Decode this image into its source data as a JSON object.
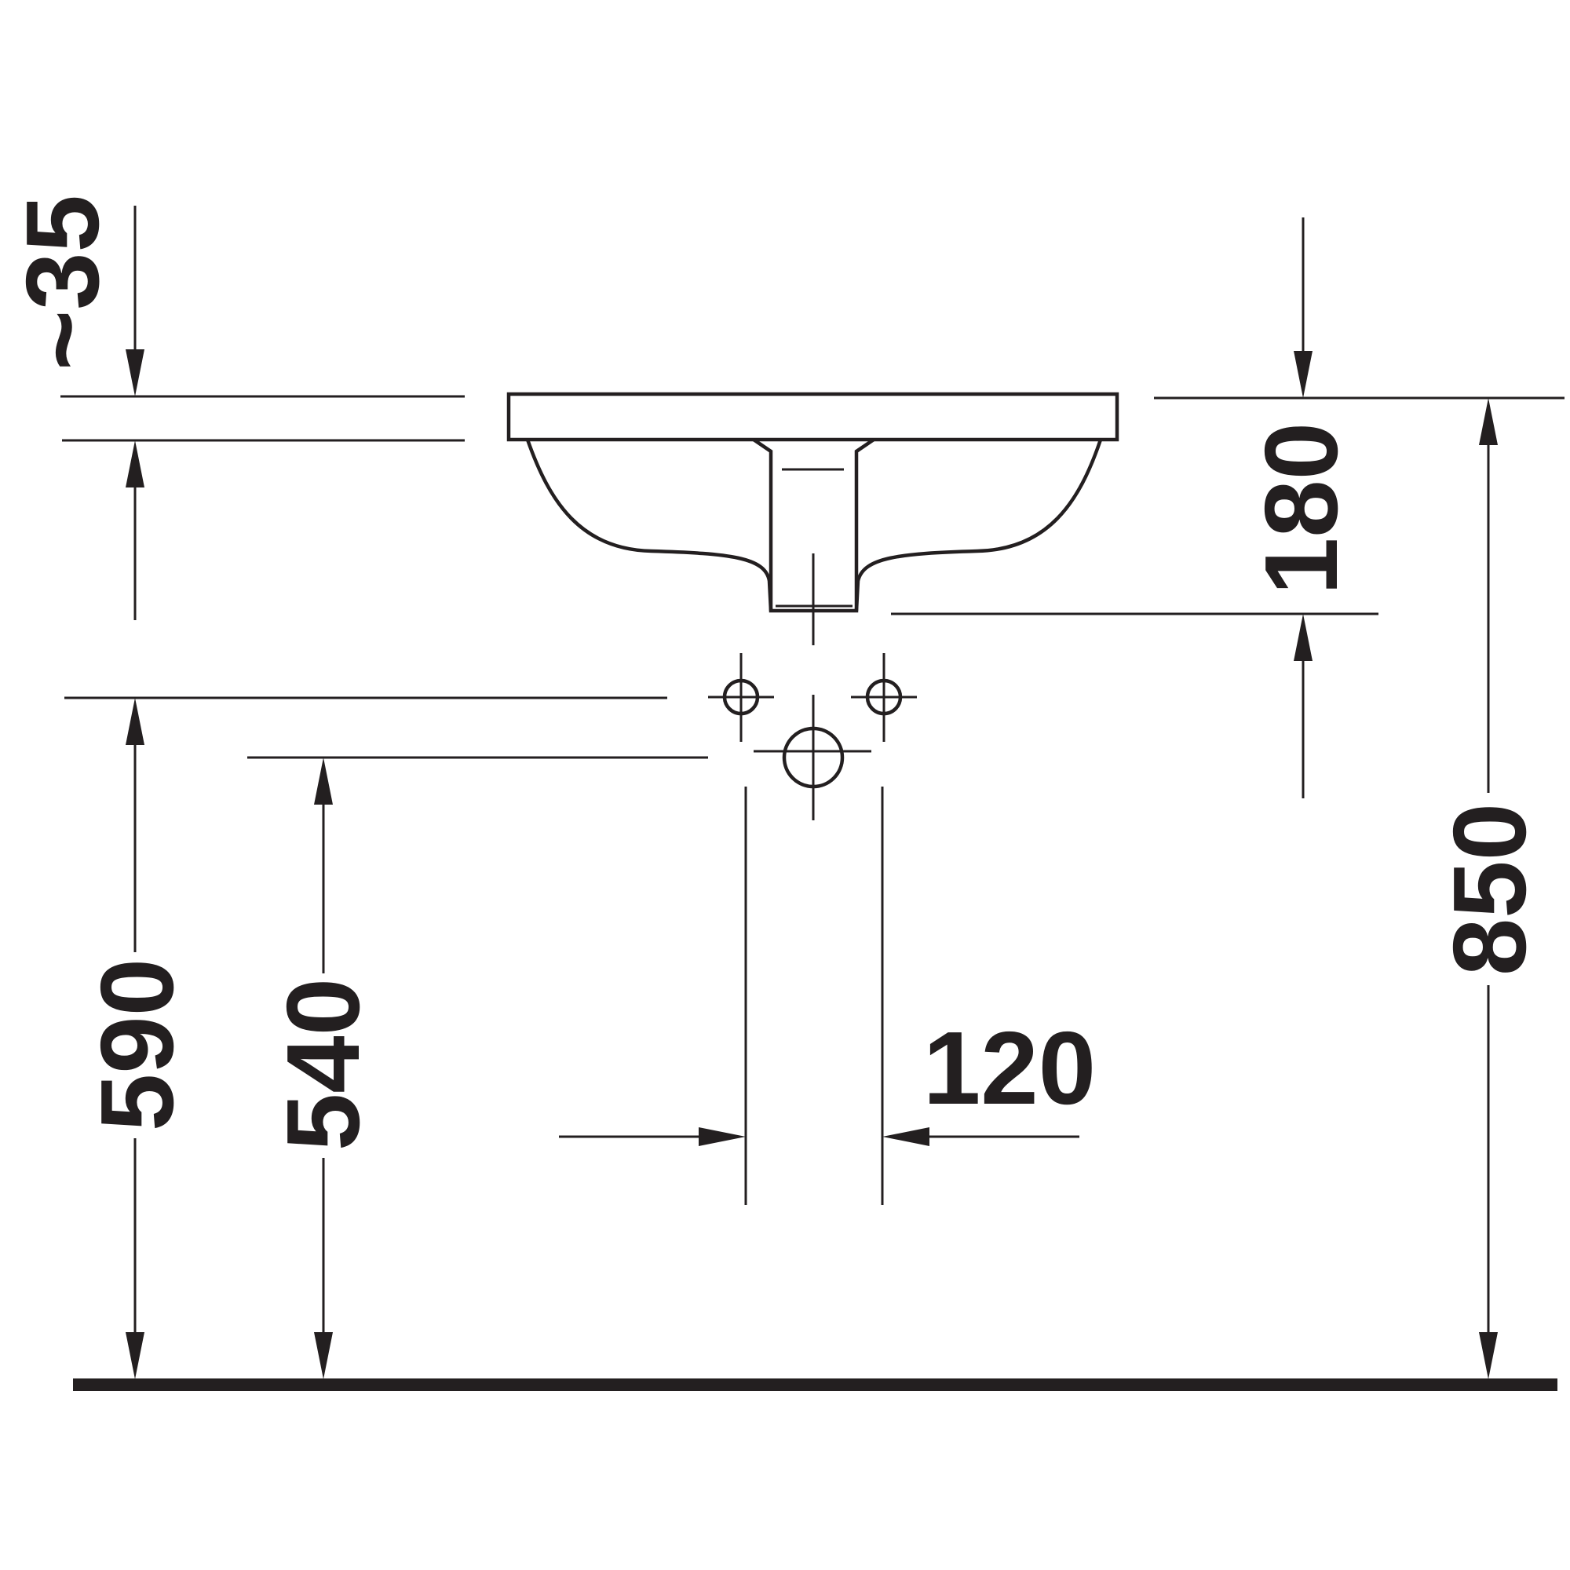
{
  "drawing": {
    "colors": {
      "ink": "#231f20",
      "paper": "#ffffff"
    },
    "dimensions": {
      "rim_thickness": "~35",
      "basin_depth": "180",
      "rim_height_from_floor": "850",
      "tap_holes_height_from_floor": "590",
      "waste_height_from_floor": "540",
      "tap_hole_spacing": "120"
    }
  }
}
